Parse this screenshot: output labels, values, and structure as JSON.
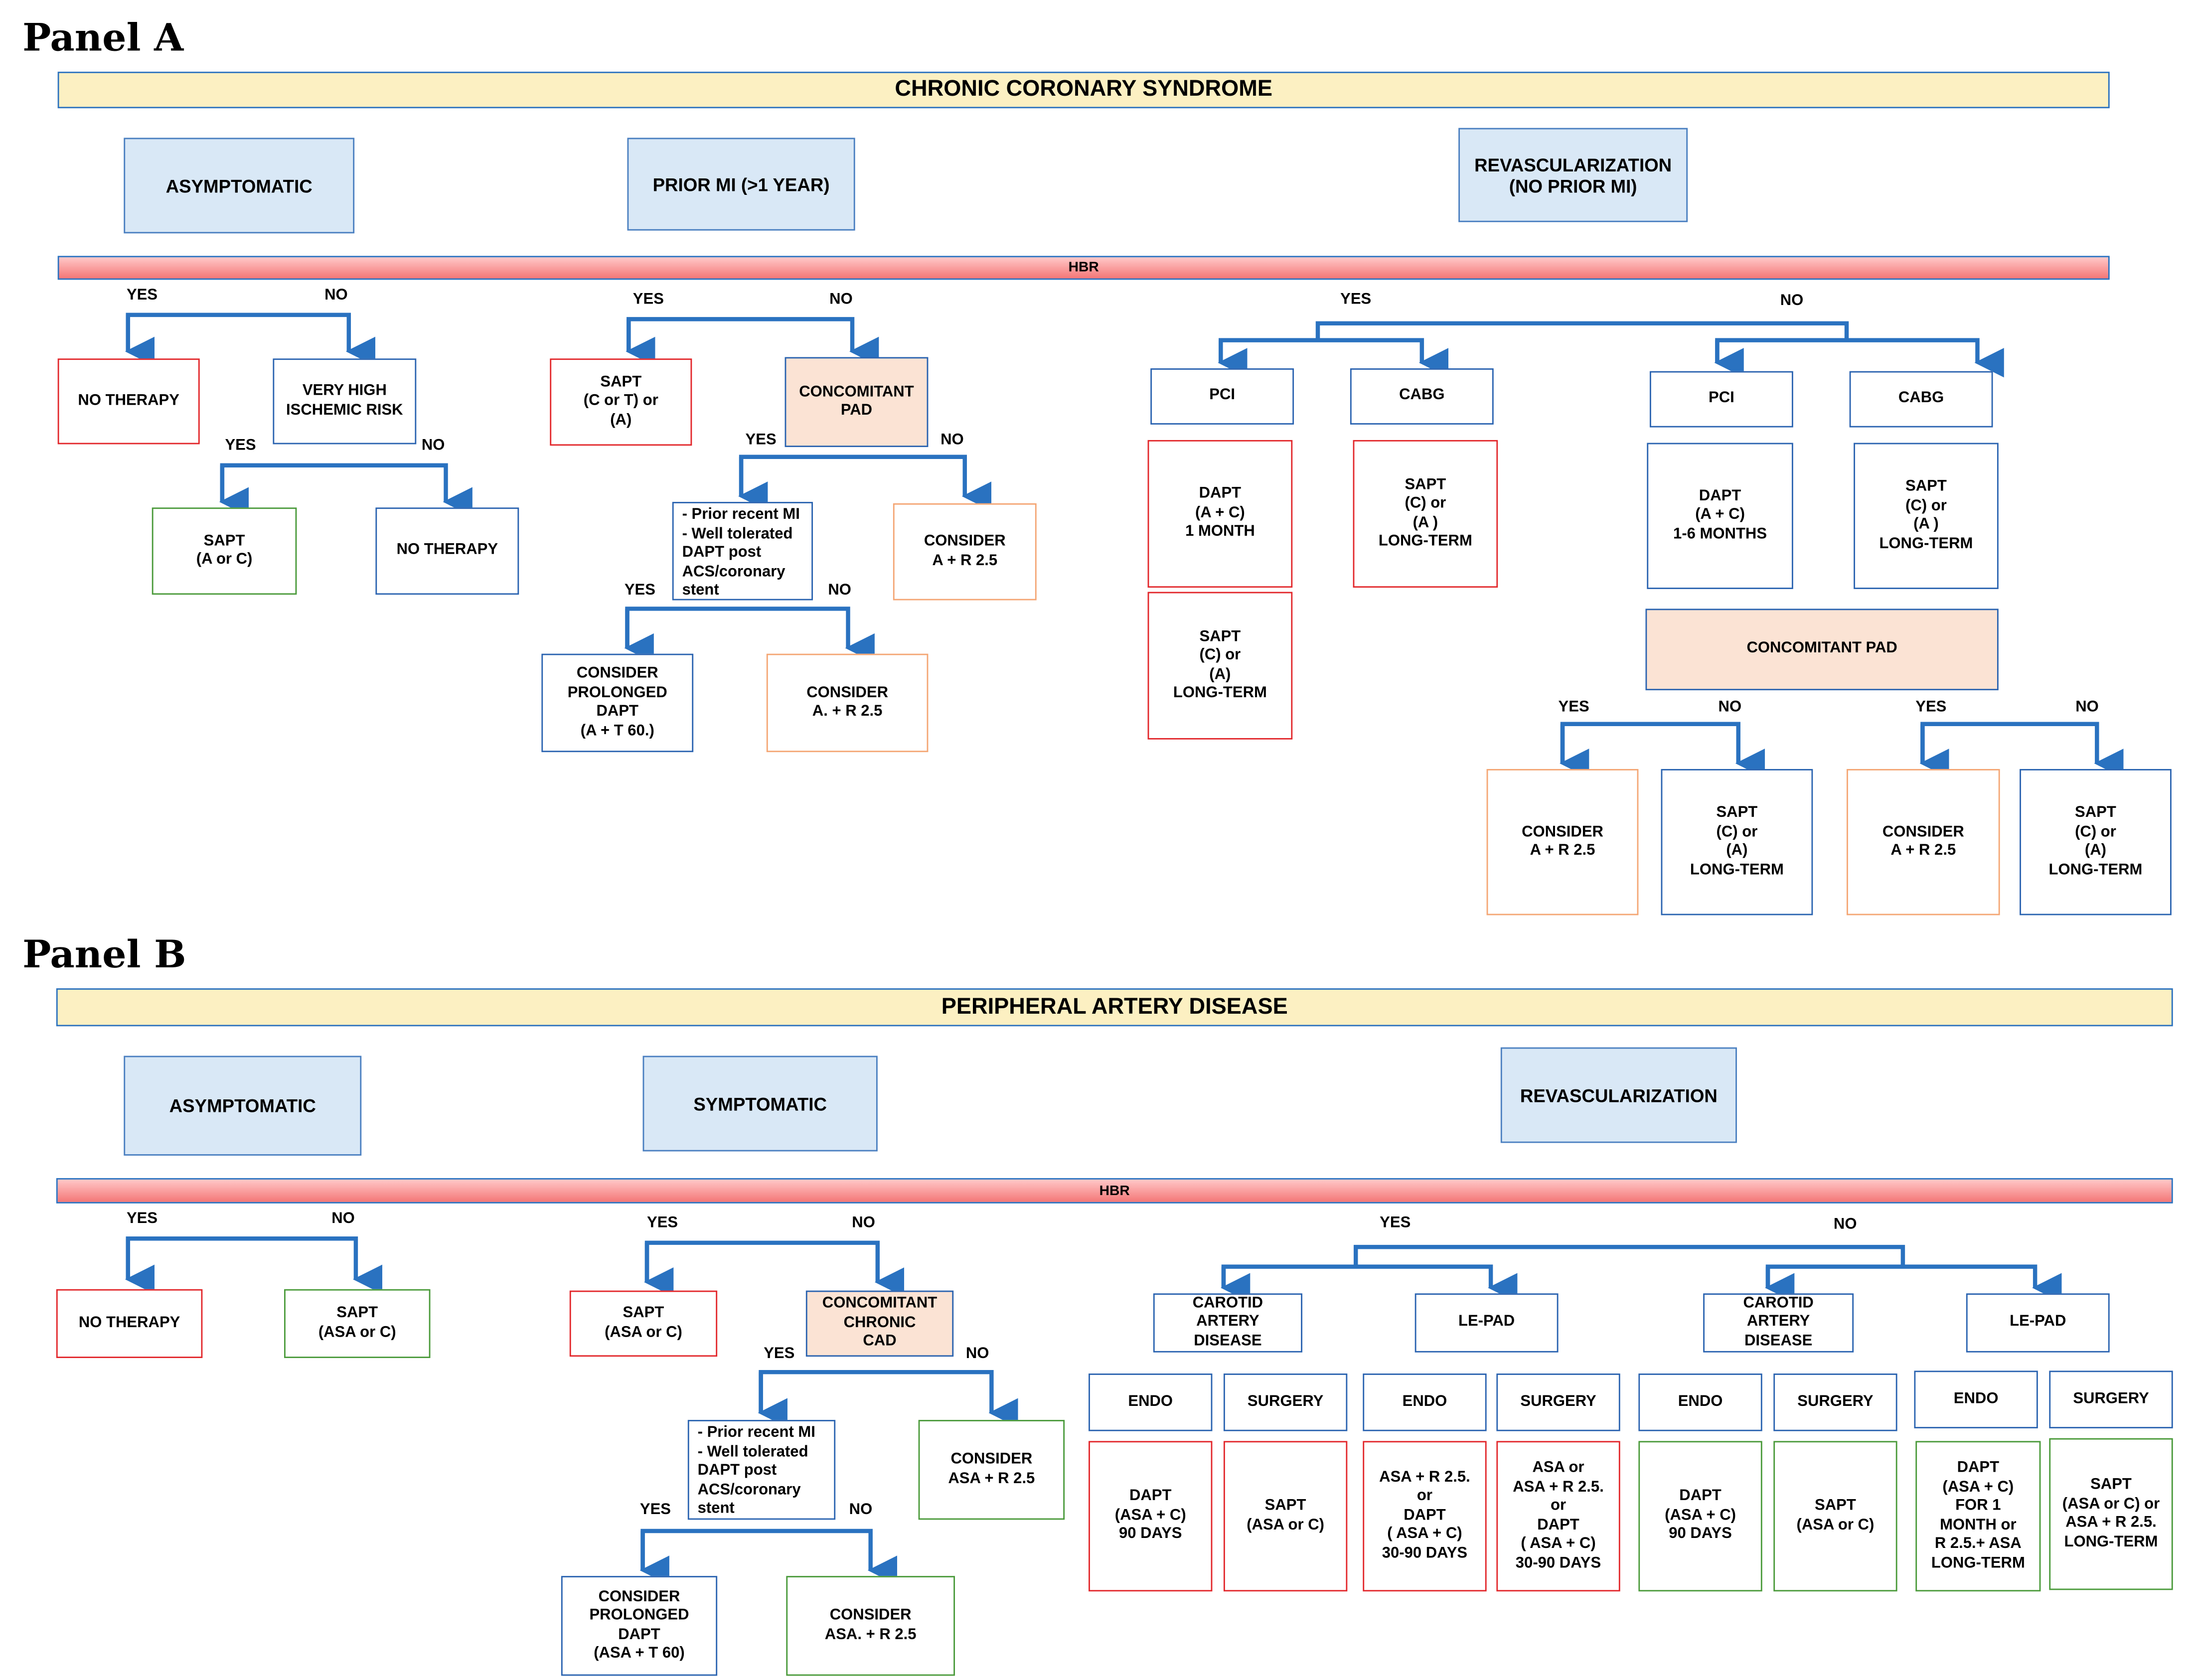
{
  "panelA": {
    "title": "Panel A",
    "header": "CHRONIC CORONARY SYNDROME",
    "categories": [
      "ASYMPTOMATIC",
      "PRIOR MI (>1 YEAR)",
      "REVASCULARIZATION\n(NO PRIOR MI)"
    ],
    "hbr": "HBR",
    "asymptomatic": {
      "yes": "YES",
      "no": "NO",
      "no_therapy": "NO THERAPY",
      "very_high": "VERY HIGH\nISCHEMIC RISK",
      "vh_yes": "YES",
      "vh_no": "NO",
      "sapt": "SAPT\n(A or C)",
      "no_therapy_2": "NO THERAPY"
    },
    "prior_mi": {
      "yes": "YES",
      "no": "NO",
      "sapt": "SAPT\n(C or T)  or\n(A)",
      "concomitant_pad": "CONCOMITANT\nPAD",
      "pad_yes": "YES",
      "pad_no": "NO",
      "criteria": "- Prior recent MI\n- Well tolerated\n  DAPT  post\n  ACS/coronary\n  stent",
      "consider_ar": "CONSIDER\nA  + R 2.5",
      "crit_yes": "YES",
      "crit_no": "NO",
      "prolonged": "CONSIDER\nPROLONGED\nDAPT\n(A + T 60.)",
      "consider_ar2": "CONSIDER\nA. + R 2.5"
    },
    "revasc": {
      "yes": "YES",
      "no": "NO",
      "pci": "PCI",
      "cabg": "CABG",
      "dapt_1m": "DAPT\n(A + C)\n1 MONTH",
      "sapt_long": "SAPT\n(C) or\n(A)\nLONG-TERM",
      "sapt_cabg": "SAPT\n(C) or\n(A )\nLONG-TERM",
      "pci_no": "PCI",
      "cabg_no": "CABG",
      "dapt_16m": "DAPT\n(A + C)\n1-6 MONTHS",
      "sapt_cabg_no": "SAPT\n(C) or\n(A )\nLONG-TERM",
      "concomitant_pad": "CONCOMITANT PAD",
      "pad_yes_1": "YES",
      "pad_no_1": "NO",
      "pad_yes_2": "YES",
      "pad_no_2": "NO",
      "consider_1": "CONSIDER\nA  + R 2.5",
      "sapt_1": "SAPT\n(C) or\n(A)\nLONG-TERM",
      "consider_2": "CONSIDER\nA  + R 2.5",
      "sapt_2": "SAPT\n(C) or\n(A)\nLONG-TERM"
    }
  },
  "panelB": {
    "title": "Panel B",
    "header": "PERIPHERAL ARTERY DISEASE",
    "categories": [
      "ASYMPTOMATIC",
      "SYMPTOMATIC",
      "REVASCULARIZATION"
    ],
    "hbr": "HBR",
    "asymptomatic": {
      "yes": "YES",
      "no": "NO",
      "no_therapy": "NO THERAPY",
      "sapt": "SAPT\n(ASA or C)"
    },
    "symptomatic": {
      "yes": "YES",
      "no": "NO",
      "sapt": "SAPT\n(ASA or C)",
      "concomitant": "CONCOMITANT\nCHRONIC\nCAD",
      "cad_yes": "YES",
      "cad_no": "NO",
      "criteria": "- Prior recent MI\n- Well tolerated\n  DAPT  post\n  ACS/coronary\n  stent",
      "consider_ar": "CONSIDER\nASA  + R 2.5",
      "crit_yes": "YES",
      "crit_no": "NO",
      "prolonged": "CONSIDER\nPROLONGED\nDAPT\n(ASA + T 60)",
      "consider_ar2": "CONSIDER\nASA. + R 2.5"
    },
    "revasc": {
      "yes": "YES",
      "no": "NO",
      "carotid": "CAROTID\nARTERY\nDISEASE",
      "lepad": "LE-PAD",
      "carotid_no": "CAROTID\nARTERY\nDISEASE",
      "lepad_no": "LE-PAD",
      "endo": "ENDO",
      "surgery": "SURGERY",
      "endo_2": "ENDO",
      "surgery_2": "SURGERY",
      "endo_3": "ENDO",
      "surgery_3": "SURGERY",
      "endo_4": "ENDO",
      "surgery_4": "SURGERY",
      "yes_carotid_endo": "DAPT\n(ASA + C)\n90 DAYS",
      "yes_carotid_surg": "SAPT\n(ASA or C)",
      "yes_lepad_endo": "ASA + R 2.5.\nor\nDAPT\n( ASA  + C)\n30-90 DAYS",
      "yes_lepad_surg": "ASA or\nASA + R 2.5.\nor\nDAPT\n( ASA  + C)\n30-90 DAYS",
      "no_carotid_endo": "DAPT\n(ASA + C)\n90 DAYS",
      "no_carotid_surg": "SAPT\n(ASA or C)",
      "no_lepad_endo": "DAPT\n(ASA + C)\nFOR 1\nMONTH or\nR 2.5.+ ASA\nLONG-TERM",
      "no_lepad_surg": "SAPT\n(ASA or C) or\nASA + R 2.5.\nLONG-TERM"
    }
  }
}
